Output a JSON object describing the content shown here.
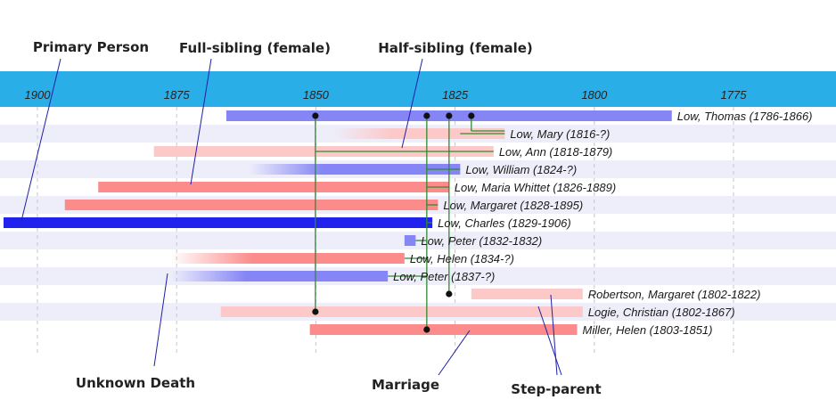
{
  "colors": {
    "axis_band": "#2aaee8",
    "row_stripe": "#eeeefb",
    "primary": "#2222ee",
    "male": "#8585f5",
    "female_full": "#fc8c8c",
    "female_half": "#fcc8c8",
    "connector": "#2f8a2f",
    "callout_line": "#1f1fa8",
    "grid": "#c6c6c6"
  },
  "axis": {
    "ticks": [
      "1900",
      "1875",
      "1850",
      "1825",
      "1800",
      "1775"
    ],
    "reversed": true
  },
  "callouts": {
    "primary_person": "Primary Person",
    "full_sibling_female": "Full-sibling (female)",
    "half_sibling_female": "Half-sibling (female)",
    "unknown_death": "Unknown Death",
    "marriage": "Marriage",
    "step_parent": "Step-parent"
  },
  "people": [
    {
      "label": "Low, Thomas (1786-1866)",
      "start": 1786,
      "end": 1866,
      "color": "male",
      "fade": false
    },
    {
      "label": "Low, Mary (1816-?)",
      "start": 1816,
      "end": 1847,
      "color": "female_half",
      "fade": true
    },
    {
      "label": "Low, Ann (1818-1879)",
      "start": 1818,
      "end": 1879,
      "color": "female_half",
      "fade": false
    },
    {
      "label": "Low, William (1824-?)",
      "start": 1824,
      "end": 1862,
      "color": "male",
      "fade": true
    },
    {
      "label": "Low, Maria Whittet (1826-1889)",
      "start": 1826,
      "end": 1889,
      "color": "female_full",
      "fade": false
    },
    {
      "label": "Low, Margaret (1828-1895)",
      "start": 1828,
      "end": 1895,
      "color": "female_full",
      "fade": false
    },
    {
      "label": "Low, Charles (1829-1906)",
      "start": 1829,
      "end": 1906,
      "color": "primary",
      "fade": false
    },
    {
      "label": "Low, Peter (1832-1832)",
      "start": 1832,
      "end": 1834,
      "color": "male",
      "fade": false
    },
    {
      "label": "Low, Helen (1834-?)",
      "start": 1834,
      "end": 1876,
      "color": "female_full",
      "fade": true
    },
    {
      "label": "Low, Peter (1837-?)",
      "start": 1837,
      "end": 1876,
      "color": "male",
      "fade": true
    },
    {
      "label": "Robertson, Margaret (1802-1822)",
      "start": 1802,
      "end": 1822,
      "color": "female_half",
      "fade": false
    },
    {
      "label": "Logie, Christian (1802-1867)",
      "start": 1802,
      "end": 1867,
      "color": "female_half",
      "fade": false
    },
    {
      "label": "Miller, Helen (1803-1851)",
      "start": 1803,
      "end": 1851,
      "color": "female_full",
      "fade": false
    }
  ],
  "marriages": [
    {
      "year": 1850,
      "rows": [
        0,
        11
      ]
    },
    {
      "year": 1830,
      "rows": [
        0,
        12
      ]
    },
    {
      "year": 1826,
      "rows": [
        0,
        10
      ]
    }
  ],
  "children": [
    {
      "trunk_year": 1824,
      "rows": [
        1
      ]
    },
    {
      "trunk_year": 1850,
      "rows": [
        2
      ]
    },
    {
      "trunk_year": 1830,
      "rows": [
        3,
        4,
        5,
        6,
        7,
        8,
        9
      ]
    }
  ]
}
